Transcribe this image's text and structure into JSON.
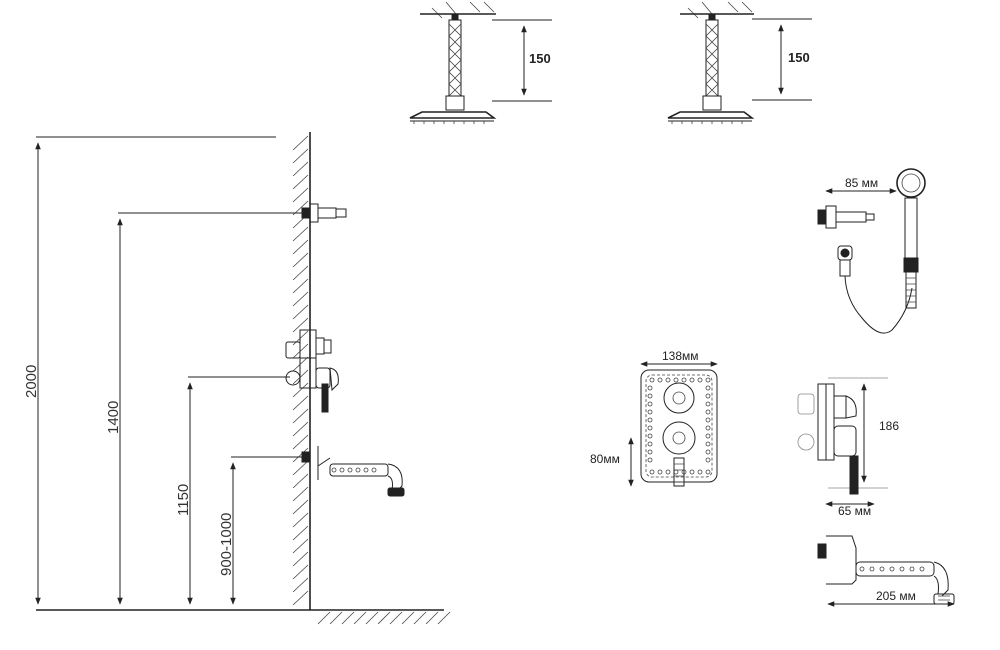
{
  "colors": {
    "line": "#222222",
    "background": "#ffffff",
    "hatch": "#444444"
  },
  "dimensions": {
    "rain_shower_1_height": "150",
    "rain_shower_2_height": "150",
    "total_height": "2000",
    "shower_arm_height": "1400",
    "mixer_height": "1150",
    "spout_height": "900-1000",
    "hand_shower_holder_width": "85 мм",
    "mixer_plate_width": "138мм",
    "mixer_plate_offset": "80мм",
    "mixer_depth": "186",
    "mixer_projection": "65 мм",
    "spout_length": "205 мм"
  }
}
